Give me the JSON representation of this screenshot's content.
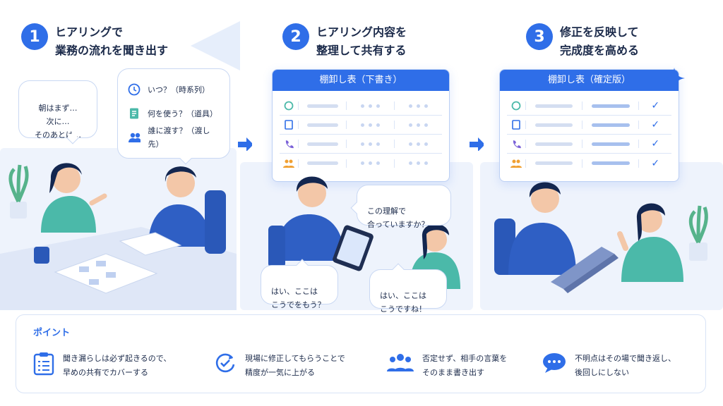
{
  "steps": [
    {
      "num": "1",
      "title": "ヒアリングで\n業務の流れを聞き出す"
    },
    {
      "num": "2",
      "title": "ヒアリング内容を\n整理して共有する"
    },
    {
      "num": "3",
      "title": "修正を反映して\n完成度を高める"
    }
  ],
  "scene1": {
    "speech": "朝はまず…\n次に…\nそのあとは…",
    "questions": [
      {
        "icon": "clock-icon",
        "text": "いつ？（時系列）"
      },
      {
        "icon": "document-icon",
        "text": "何を使う？（道具）"
      },
      {
        "icon": "people-icon",
        "text": "誰に渡す？（渡し先）"
      }
    ]
  },
  "scene2": {
    "table_title": "棚卸し表（下書き）",
    "speech_man": "この理解で\n合っていますか？",
    "speech_left": "はい、ここは\nこうでをもう？",
    "speech_right": "はい、ここは\nこうですね！"
  },
  "scene3": {
    "table_title": "棚卸し表（確定版）"
  },
  "points": {
    "title": "ポイント",
    "items": [
      {
        "icon": "checklist-icon",
        "text": "聞き漏らしは必ず起きるので、\n早めの共有でカバーする"
      },
      {
        "icon": "refresh-check-icon",
        "text": "現場に修正してもらうことで\n精度が一気に上がる"
      },
      {
        "icon": "people-icon",
        "text": "否定せず、相手の言葉を\nそのまま書き出す"
      },
      {
        "icon": "chat-icon",
        "text": "不明点はその場で聞き返し、\n後回しにしない"
      }
    ]
  },
  "colors": {
    "accent": "#2f6ee8",
    "light": "#e8effc",
    "teal": "#4bb9a9"
  }
}
